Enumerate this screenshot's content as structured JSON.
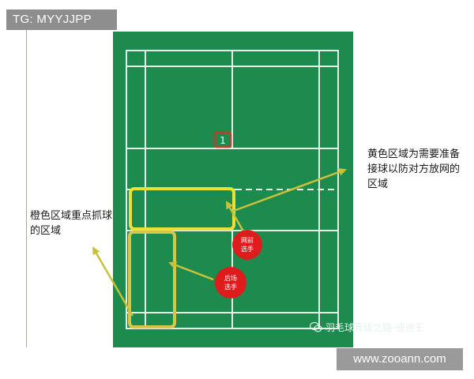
{
  "watermark_top": "TG: MYYJJPP",
  "watermark_bottom": "www.zooann.com",
  "court": {
    "marker_label": "1",
    "player_front_label": "网前\n选手",
    "player_back_label": "后场\n选手"
  },
  "annotations": {
    "yellow_zone_note": "黄色区域为需要准备接球以防对方放网的区域",
    "orange_zone_note": "橙色区域重点抓球的区域"
  },
  "credit": "羽毛球晋级之路-迪迪王",
  "colors": {
    "court_green": "#1d8a4e",
    "court_line": "#e6f2e8",
    "yellow_box": "#e8e13a",
    "orange_box": "#d8c64a",
    "arrow": "#c9c13a",
    "player_red": "#e01b1b",
    "marker_border": "#c53a2a"
  },
  "icons": [
    "wechat-icon",
    "arrow-icon"
  ]
}
